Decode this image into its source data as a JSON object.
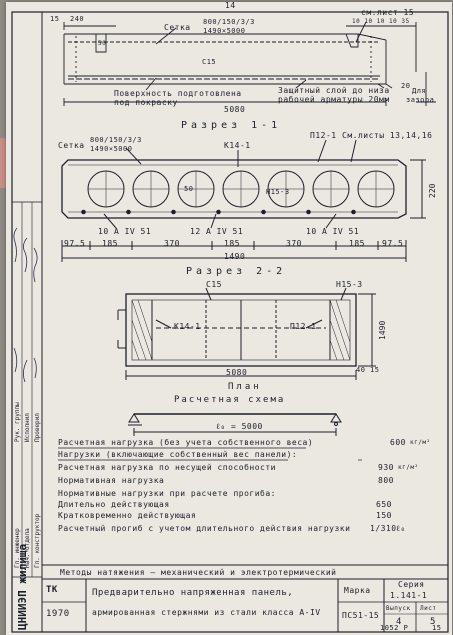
{
  "page_number": "14",
  "page_corner": "15",
  "top_view": {
    "dim_240": "240",
    "setka_label": "Сетка",
    "setka_spec_1": "800/150/3/3",
    "setka_spec_2": "1490×5000",
    "sm_list_label": "см.лист 15",
    "dims_right": "10 10 10 10 35",
    "dim_10": "10",
    "dim_50": "50",
    "ref_s15": "С15",
    "surface_label_1": "Поверхность подготовлена",
    "surface_label_2": "под покраску",
    "cover_label_1": "Защитный слой до низа",
    "cover_label_2": "рабочей арматуры 20мм",
    "dim_5080": "5080",
    "dim_20": "20",
    "zazor_label_1": "Для",
    "zazor_label_2": "зазора"
  },
  "section_1": {
    "title": "Разрез 1-1",
    "setka_label": "Сетка",
    "setka_spec_1": "800/150/3/3",
    "setka_spec_2": "1490×5000",
    "ref_k14": "К14-1",
    "ref_p12": "П12-1",
    "sm_list": "См.листы 13,14,16",
    "ref_h15": "Н15-3",
    "ref_50": "50",
    "dim_220": "220",
    "rebar_left": "10 А IV 51",
    "rebar_mid": "12 А IV 51",
    "rebar_right": "10 А IV 51",
    "dims": [
      "97.5",
      "185",
      "370",
      "185",
      "370",
      "185",
      "97.5"
    ],
    "dim_total": "1490"
  },
  "section_2": {
    "title": "Разрез 2-2",
    "ref_s15": "С15",
    "ref_h15": "Н15-3",
    "ref_k14": "К14-1",
    "ref_p12": "П12-1",
    "dim_1490": "1490",
    "dim_5080": "5080",
    "dim_15": "15",
    "dim_40": "40",
    "plan_title": "План"
  },
  "scheme": {
    "title": "Расчетная схема",
    "span": "ℓ₀ = 5000"
  },
  "loads": [
    {
      "label": "Расчетная нагрузка (без учета собственного веса)",
      "value": "600",
      "unit": "кг/м²"
    },
    {
      "label": "Нагрузки (включающие собственный вес панели):",
      "value": "",
      "unit": ""
    },
    {
      "label": "Расчетная нагрузка по несущей способности",
      "value": "930",
      "unit": "кг/м²"
    },
    {
      "label": "Нормативная нагрузка",
      "value": "800",
      "unit": ""
    },
    {
      "label": "Нормативные нагрузки при расчете прогиба:",
      "value": "",
      "unit": ""
    },
    {
      "label": "Длительно действующая",
      "value": "650",
      "unit": ""
    },
    {
      "label": "Кратковременно действующая",
      "value": "150",
      "unit": ""
    },
    {
      "label": "Расчетный прогиб с учетом длительного действия нагрузки",
      "value": "1/310",
      "unit": "ℓ₀"
    }
  ],
  "method_label": "Методы натяжения — механический и электротермический",
  "title_block": {
    "org": "ЦНИИЭП жилища",
    "tk": "ТК",
    "year": "1970",
    "title_1": "Предварительно напряженная панель,",
    "title_2": "армированная стержнями из стали класса А-IV",
    "mark_label": "Марка",
    "mark_value": "ПС51-15",
    "series_label": "Серия",
    "series_value": "1.141-1",
    "issue_label": "Выпуск",
    "issue_value": "4",
    "sheet_label": "Лист",
    "sheet_value": "5",
    "bottom_number": "1052 Р",
    "bottom_right": "15"
  },
  "side_stamp": [
    "Гл. инженер",
    "Нач. отдела",
    "Гл. конструктор",
    "Рук. группы",
    "Исполнил",
    "Проверил"
  ]
}
